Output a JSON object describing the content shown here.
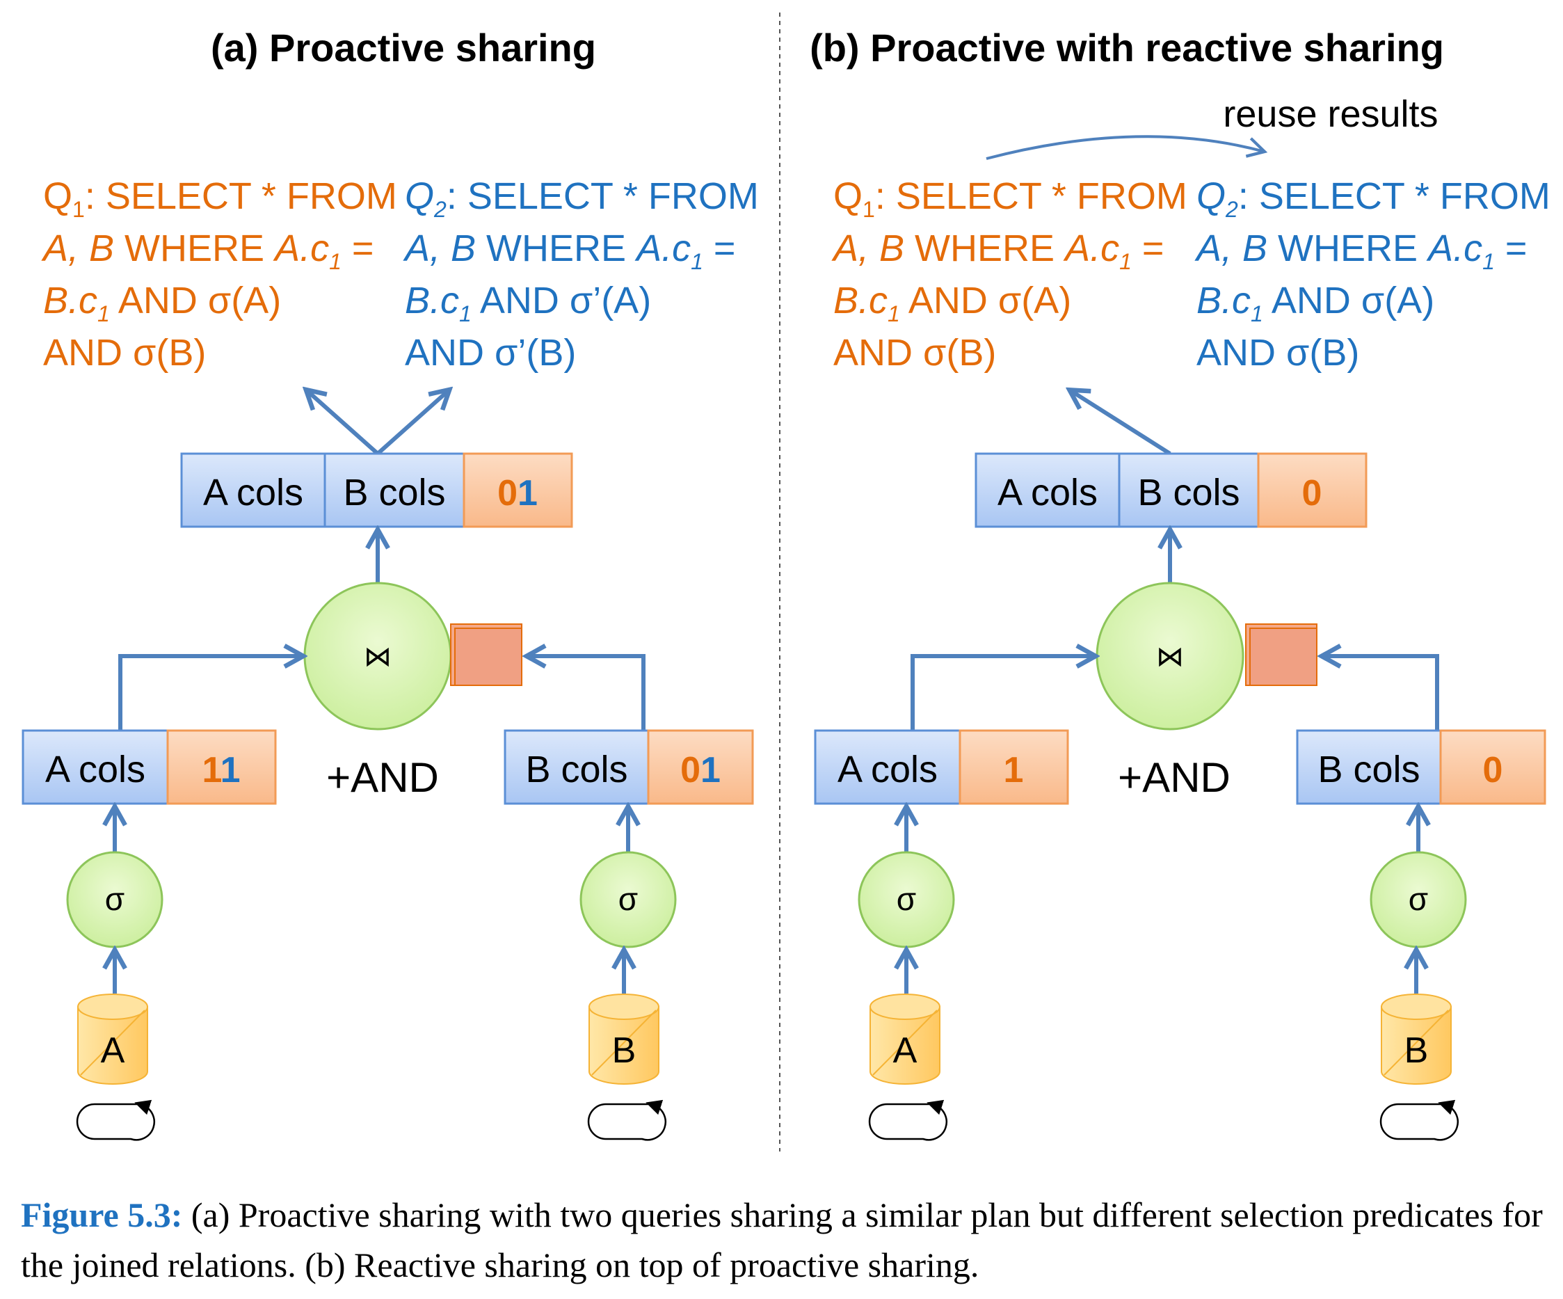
{
  "panels": [
    {
      "title": "(a) Proactive sharing",
      "q1": {
        "line1": [
          "Q",
          "1",
          ": SELECT * FROM"
        ],
        "line2": [
          "A, B",
          " WHERE ",
          "A.c",
          "1",
          " ="
        ],
        "line3": [
          "B.c",
          "1",
          " AND σ(A)"
        ],
        "line4": "AND σ(B)"
      },
      "q2": {
        "line1": [
          "Q",
          "2",
          ": SELECT * FROM"
        ],
        "line2": [
          "A, B",
          " WHERE ",
          "A.c",
          "1",
          " ="
        ],
        "line3": [
          "B.c",
          "1",
          " AND σ’(A)"
        ],
        "line4": "AND σ’(B)"
      },
      "top_box": {
        "a": "A cols",
        "b": "B cols",
        "bits": [
          "0",
          "1"
        ]
      },
      "join_symbol": "⋈",
      "and_label": "+AND",
      "left_box": {
        "label": "A cols",
        "bits": [
          "1",
          "1"
        ]
      },
      "right_box": {
        "label": "B cols",
        "bits": [
          "0",
          "1"
        ]
      },
      "sigma_left": "σ",
      "sigma_right": "σ",
      "table_left": "A",
      "table_right": "B",
      "reuse_label": ""
    },
    {
      "title": "(b) Proactive with reactive sharing",
      "q1": {
        "line1": [
          "Q",
          "1",
          ": SELECT * FROM"
        ],
        "line2": [
          "A, B",
          " WHERE ",
          "A.c",
          "1",
          " ="
        ],
        "line3": [
          "B.c",
          "1",
          " AND σ(A)"
        ],
        "line4": "AND σ(B)"
      },
      "q2": {
        "line1": [
          "Q",
          "2",
          ": SELECT * FROM"
        ],
        "line2": [
          "A, B",
          " WHERE ",
          "A.c",
          "1",
          " ="
        ],
        "line3": [
          "B.c",
          "1",
          " AND σ(A)"
        ],
        "line4": "AND σ(B)"
      },
      "top_box": {
        "a": "A cols",
        "b": "B cols",
        "bits": [
          "0"
        ]
      },
      "join_symbol": "⋈",
      "and_label": "+AND",
      "left_box": {
        "label": "A cols",
        "bits": [
          "1"
        ]
      },
      "right_box": {
        "label": "B cols",
        "bits": [
          "0"
        ]
      },
      "sigma_left": "σ",
      "sigma_right": "σ",
      "table_left": "A",
      "table_right": "B",
      "reuse_label": "reuse results"
    }
  ],
  "colors": {
    "q1": "#E46C0A",
    "q2": "#1F72C0",
    "box_blue": "#C6D9F8",
    "box_orange": "#FBC9A3",
    "node_green": "#D8F2B4",
    "table_yellow": "#FFD580",
    "arrow": "#4F81BD"
  },
  "caption": {
    "label": "Figure 5.3:",
    "text": "(a) Proactive sharing with two queries sharing a similar plan but different selection predicates for the joined relations. (b) Reactive sharing on top of proactive sharing."
  }
}
